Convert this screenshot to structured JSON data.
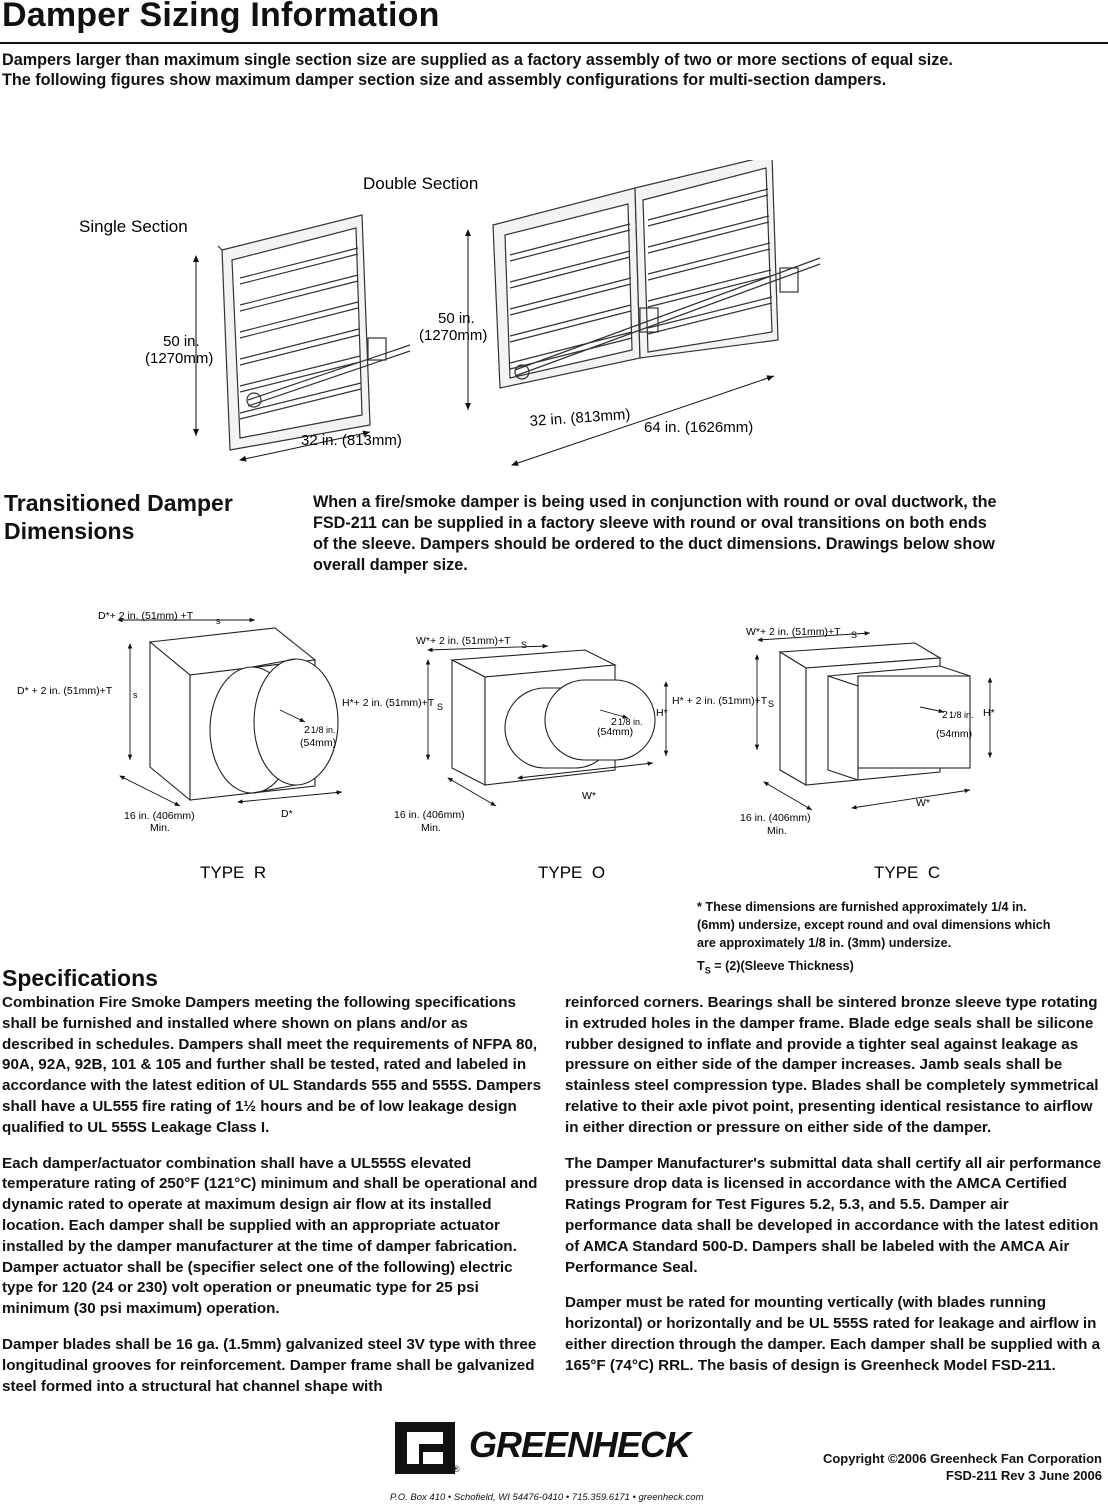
{
  "page": {
    "title": "Damper Sizing Information",
    "intro_line1": "Dampers larger than maximum single section size are supplied as a factory assembly of two or more sections of equal size.",
    "intro_line2": "The following figures show maximum damper section size and assembly configurations for multi-section dampers."
  },
  "sizing_figure": {
    "single_label": "Single Section",
    "double_label": "Double Section",
    "single_height_in": "50 in.",
    "single_height_mm": "(1270mm)",
    "single_width": "32 in. (813mm)",
    "double_height_in": "50 in.",
    "double_height_mm": "(1270mm)",
    "double_section_width": "32 in. (813mm)",
    "double_total_width": "64 in. (1626mm)"
  },
  "transitioned": {
    "heading_line1": "Transitioned Damper",
    "heading_line2": "Dimensions",
    "body_line1": "When a fire/smoke damper is being used in conjunction with round or oval ductwork, the",
    "body_line2": "FSD-211 can be supplied in a factory sleeve with round or oval transitions on both ends",
    "body_line3": "of the sleeve. Dampers should be ordered to the duct dimensions. Drawings below show",
    "body_line4": "overall damper size."
  },
  "type_r": {
    "label": "TYPE  R",
    "top_dim": "D*+  2 in. (51mm) +T",
    "top_sub": "s",
    "left_dim": "D* +  2 in. (51mm)+T",
    "left_sub": "s",
    "fraction_main": "2",
    "fraction_rest": "1/8 in.",
    "fraction_mm": "(54mm)",
    "depth_line1": "16 in. (406mm)",
    "depth_line2": "Min.",
    "diameter": "D*"
  },
  "type_o": {
    "label": "TYPE  O",
    "top_dim": "W*+  2 in. (51mm)+T",
    "top_sub": "S",
    "left_dim": "H*+ 2 in. (51mm)+T",
    "left_sub": "S",
    "fraction_main": "2",
    "fraction_rest": "1/8 in.",
    "fraction_mm": "(54mm)",
    "height": "H*",
    "depth_line1": "16 in. (406mm)",
    "depth_line2": "Min.",
    "width": "W*"
  },
  "type_c": {
    "label": "TYPE  C",
    "top_dim": "W*+  2 in. (51mm)+T",
    "top_sub": "S",
    "left_dim": "H* + 2 in. (51mm)+T",
    "left_sub": "S",
    "fraction_main": "2",
    "fraction_rest": "1/8 in.",
    "fraction_mm": "(54mm)",
    "height": "H*",
    "depth_line1": "16 in. (406mm)",
    "depth_line2": "Min.",
    "width": "W*"
  },
  "footnote": {
    "line1_a": "* These dimensions are furnished approximately ",
    "line1_frac": "1/4",
    "line1_b": " in.",
    "line2": "(6mm) undersize, except round and oval dimensions which",
    "line3_a": "are approximately ",
    "line3_frac": "1/8",
    "line3_b": " in. (3mm) undersize.",
    "ts_a": "T",
    "ts_sub": "S",
    "ts_b": " = (2)(Sleeve Thickness)"
  },
  "specifications": {
    "heading": "Specifications",
    "left": [
      "Combination Fire Smoke Dampers meeting the following specifications shall be furnished and installed where shown on plans and/or as described in schedules. Dampers shall meet the requirements of NFPA 80, 90A, 92A, 92B, 101 & 105 and further shall be tested, rated and labeled in accordance with the latest edition of UL Standards 555 and 555S.  Dampers shall have a UL555 fire rating of 1½ hours and be of low leakage design qualified to UL 555S Leakage Class I.",
      "Each damper/actuator combination shall have a UL555S elevated temperature rating of 250°F (121°C) minimum and shall be operational and dynamic rated to operate at maximum design air flow at its installed location. Each damper shall be supplied with an appropriate actuator installed by the damper manufacturer at the time of damper fabrication. Damper actuator shall be (specifier select one of the following) electric type for 120 (24  or 230) volt operation or pneumatic type for 25 psi minimum (30 psi maximum) operation.",
      "Damper blades shall be 16 ga. (1.5mm) galvanized steel 3V type with three longitudinal grooves for reinforcement. Damper frame shall be galvanized steel formed into a structural hat channel shape with"
    ],
    "right": [
      "reinforced corners. Bearings shall be sintered bronze sleeve type rotating in extruded holes in the damper frame. Blade edge seals shall be silicone rubber designed to inflate and provide a tighter seal against leakage as pressure on either side of the damper increases. Jamb seals shall be stainless steel compression type. Blades shall be completely symmetrical relative to their axle pivot point, presenting identical resistance to airflow in either direction or pressure on either side of the damper.",
      "The Damper Manufacturer's submittal data shall certify all air performance pressure drop data is licensed in accordance with the AMCA Certified Ratings Program for Test Figures 5.2, 5.3, and 5.5. Damper air performance data shall be developed in accordance with the latest edition of AMCA Standard 500-D. Dampers shall be labeled with the AMCA Air Performance Seal.",
      "Damper must be rated for mounting vertically (with blades running horizontal) or horizontally and be UL 555S rated for leakage and airflow in either direction through the damper. Each damper shall be supplied with a 165°F (74°C) RRL. The basis of design is Greenheck Model FSD-211."
    ]
  },
  "footer": {
    "logo_text": "GREENHECK",
    "registered": "®",
    "copyright": "Copyright ©2006 Greenheck Fan Corporation",
    "doc_rev": "FSD-211 Rev 3 June 2006",
    "address": "P.O. Box 410 • Schofield, WI 54476-0410 • 715.359.6171 • greenheck.com"
  }
}
